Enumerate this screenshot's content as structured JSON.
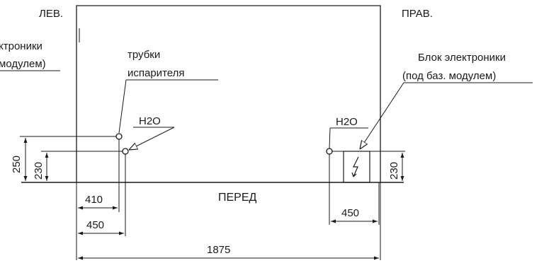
{
  "labels": {
    "left": "ЛЕВ.",
    "right": "ПРАВ.",
    "front": "ПЕРЕД",
    "left_box_line1": "ктроники",
    "left_box_line2": "модулем)",
    "tubes_line1": "трубки",
    "tubes_line2": "испарителя",
    "h2o_left": "H2O",
    "h2o_right": "H2O",
    "electronics_line1": "Блок электроники",
    "electronics_line2": "(под баз. модулем)"
  },
  "dimensions": {
    "height_250": "250",
    "height_230_left": "230",
    "height_230_right": "230",
    "width_410": "410",
    "width_450_left": "450",
    "width_450_right": "450",
    "width_1875": "1875"
  },
  "icons": {
    "electronics_symbol": "lightning-icon"
  },
  "colors": {
    "line": "#1a1a1a"
  }
}
